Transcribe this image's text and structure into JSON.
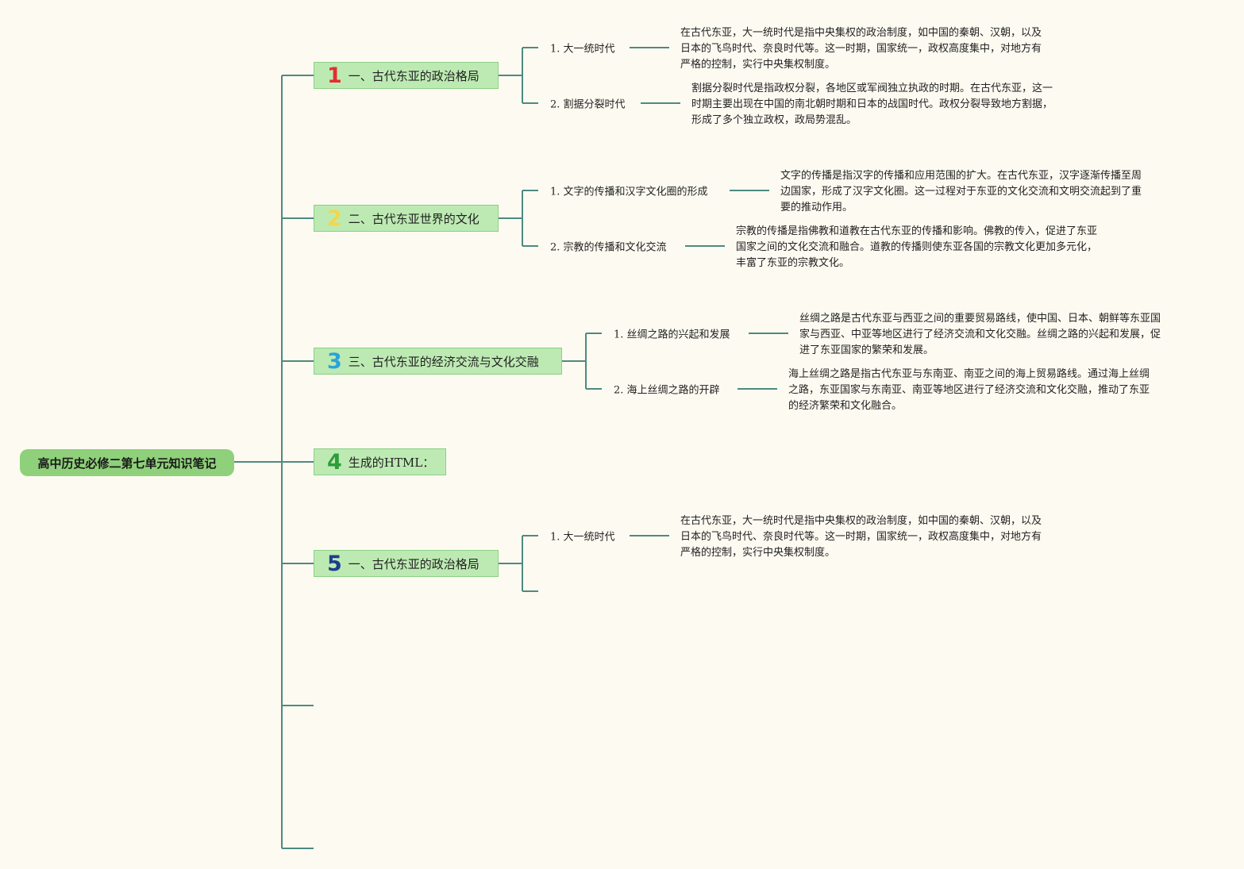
{
  "root": {
    "title": "高中历史必修二第七单元知识笔记"
  },
  "topics": [
    {
      "num": "1",
      "num_color": "#e0302f",
      "label": "一、古代东亚的政治格局",
      "children": [
        {
          "label": "1. 大一统时代",
          "desc": [
            "在古代东亚，大一统时代是指中央集权的政治制度，如中国的秦朝、汉朝，以及",
            "日本的飞鸟时代、奈良时代等。这一时期，国家统一，政权高度集中，对地方有",
            "严格的控制，实行中央集权制度。"
          ]
        },
        {
          "label": "2. 割据分裂时代",
          "desc": [
            "割据分裂时代是指政权分裂，各地区或军阀独立执政的时期。在古代东亚，这一",
            "时期主要出现在中国的南北朝时期和日本的战国时代。政权分裂导致地方割据，",
            "形成了多个独立政权，政局势混乱。"
          ]
        }
      ]
    },
    {
      "num": "2",
      "num_color": "#f3d64d",
      "label": "二、古代东亚世界的文化",
      "children": [
        {
          "label": "1. 文字的传播和汉字文化圈的形成",
          "desc": [
            "文字的传播是指汉字的传播和应用范围的扩大。在古代东亚，汉字逐渐传播至周",
            "边国家，形成了汉字文化圈。这一过程对于东亚的文化交流和文明交流起到了重",
            "要的推动作用。"
          ]
        },
        {
          "label": "2. 宗教的传播和文化交流",
          "desc": [
            "宗教的传播是指佛教和道教在古代东亚的传播和影响。佛教的传入，促进了东亚",
            "国家之间的文化交流和融合。道教的传播则使东亚各国的宗教文化更加多元化，",
            "丰富了东亚的宗教文化。"
          ]
        }
      ]
    },
    {
      "num": "3",
      "num_color": "#2aa3d8",
      "label": "三、古代东亚的经济交流与文化交融",
      "children": [
        {
          "label": "1. 丝绸之路的兴起和发展",
          "desc": [
            "丝绸之路是古代东亚与西亚之间的重要贸易路线，使中国、日本、朝鲜等东亚国",
            "家与西亚、中亚等地区进行了经济交流和文化交融。丝绸之路的兴起和发展，促",
            "进了东亚国家的繁荣和发展。"
          ]
        },
        {
          "label": "2. 海上丝绸之路的开辟",
          "desc": [
            "海上丝绸之路是指古代东亚与东南亚、南亚之间的海上贸易路线。通过海上丝绸",
            "之路，东亚国家与东南亚、南亚等地区进行了经济交流和文化交融，推动了东亚",
            "的经济繁荣和文化融合。"
          ]
        }
      ]
    },
    {
      "num": "4",
      "num_color": "#2e9d3a",
      "label": "生成的HTML：",
      "children": []
    },
    {
      "num": "5",
      "num_color": "#1c3f8c",
      "label": "一、古代东亚的政治格局",
      "children": [
        {
          "label": "1. 大一统时代",
          "desc": [
            "在古代东亚，大一统时代是指中央集权的政治制度，如中国的秦朝、汉朝，以及",
            "日本的飞鸟时代、奈良时代等。这一时期，国家统一，政权高度集中，对地方有",
            "严格的控制，实行中央集权制度。"
          ]
        },
        {
          "label": "",
          "desc": []
        }
      ]
    },
    {
      "num": "",
      "num_color": "",
      "label": "",
      "children": []
    },
    {
      "num": "",
      "num_color": "",
      "label": "",
      "children": []
    }
  ],
  "colors": {
    "line": "#4d8a80",
    "topic_fill": "#bdeab3",
    "root_fill": "#8fd07a"
  }
}
